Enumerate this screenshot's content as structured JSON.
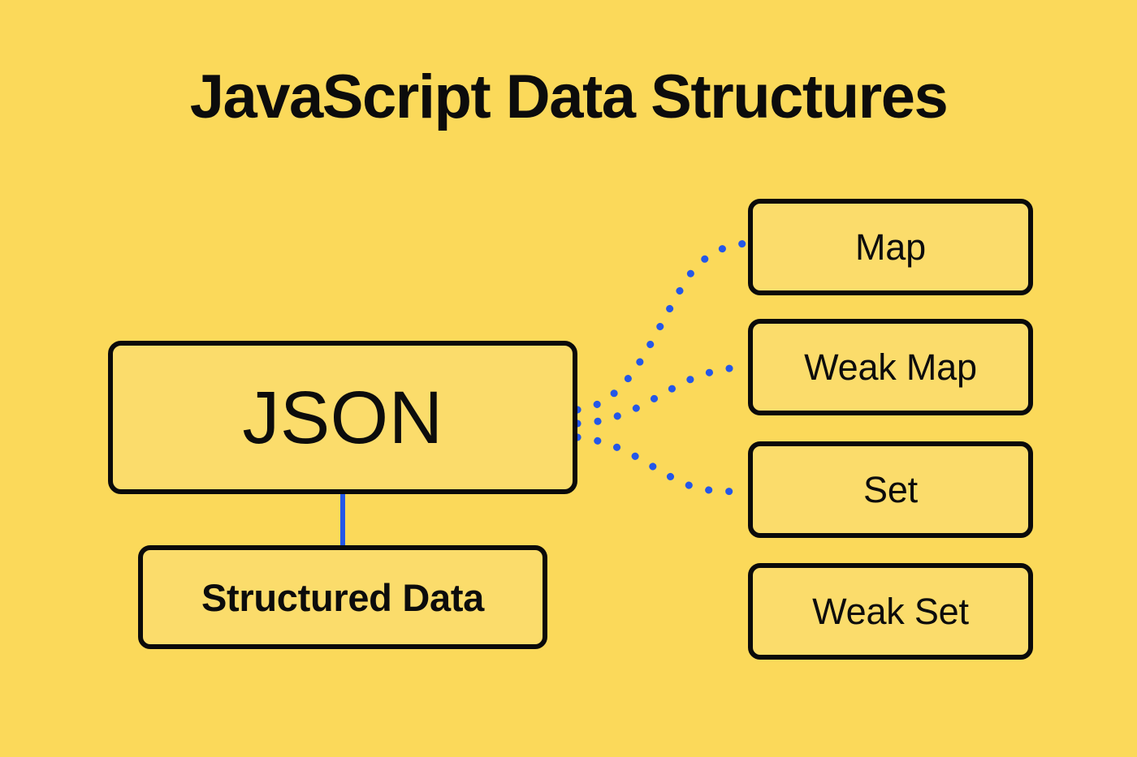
{
  "page": {
    "title": "JavaScript Data Structures",
    "background_color": "#FBD95A",
    "box_fill_color": "#FBDC6B",
    "border_color": "#0A0A0A",
    "text_color": "#0C0C0C",
    "connector_color": "#2457E8"
  },
  "diagram": {
    "type": "node-link-diagram",
    "root": {
      "id": "json",
      "label": "JSON"
    },
    "children": [
      {
        "id": "structured-data",
        "label": "Structured Data",
        "connector": "solid",
        "side": "bottom"
      },
      {
        "id": "map",
        "label": "Map",
        "connector": "dashed",
        "side": "right"
      },
      {
        "id": "weak-map",
        "label": "Weak Map",
        "connector": "dashed",
        "side": "right"
      },
      {
        "id": "set",
        "label": "Set",
        "connector": "dashed",
        "side": "right"
      },
      {
        "id": "weak-set",
        "label": "Weak Set",
        "connector": "none",
        "side": "right"
      }
    ]
  }
}
